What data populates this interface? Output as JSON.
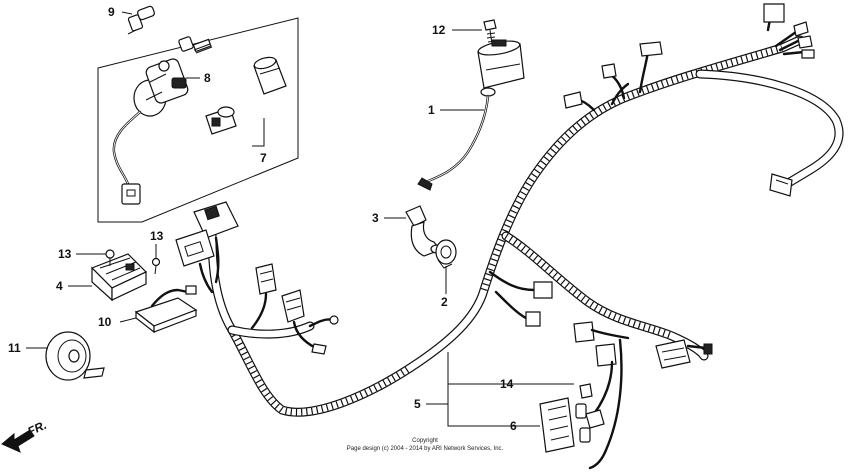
{
  "diagram": {
    "callouts": [
      {
        "id": "c1",
        "label": "1"
      },
      {
        "id": "c2",
        "label": "2"
      },
      {
        "id": "c3",
        "label": "3"
      },
      {
        "id": "c4",
        "label": "4"
      },
      {
        "id": "c5",
        "label": "5"
      },
      {
        "id": "c6",
        "label": "6"
      },
      {
        "id": "c7",
        "label": "7"
      },
      {
        "id": "c8",
        "label": "8"
      },
      {
        "id": "c9",
        "label": "9"
      },
      {
        "id": "c10",
        "label": "10"
      },
      {
        "id": "c11",
        "label": "11"
      },
      {
        "id": "c12",
        "label": "12"
      },
      {
        "id": "c13a",
        "label": "13"
      },
      {
        "id": "c13b",
        "label": "13"
      },
      {
        "id": "c14",
        "label": "14"
      }
    ],
    "direction_label": "FR.",
    "copyright_line1": "Copyright",
    "copyright_line2": "Page design (c) 2004 - 2014 by ARI Network Services, Inc."
  }
}
